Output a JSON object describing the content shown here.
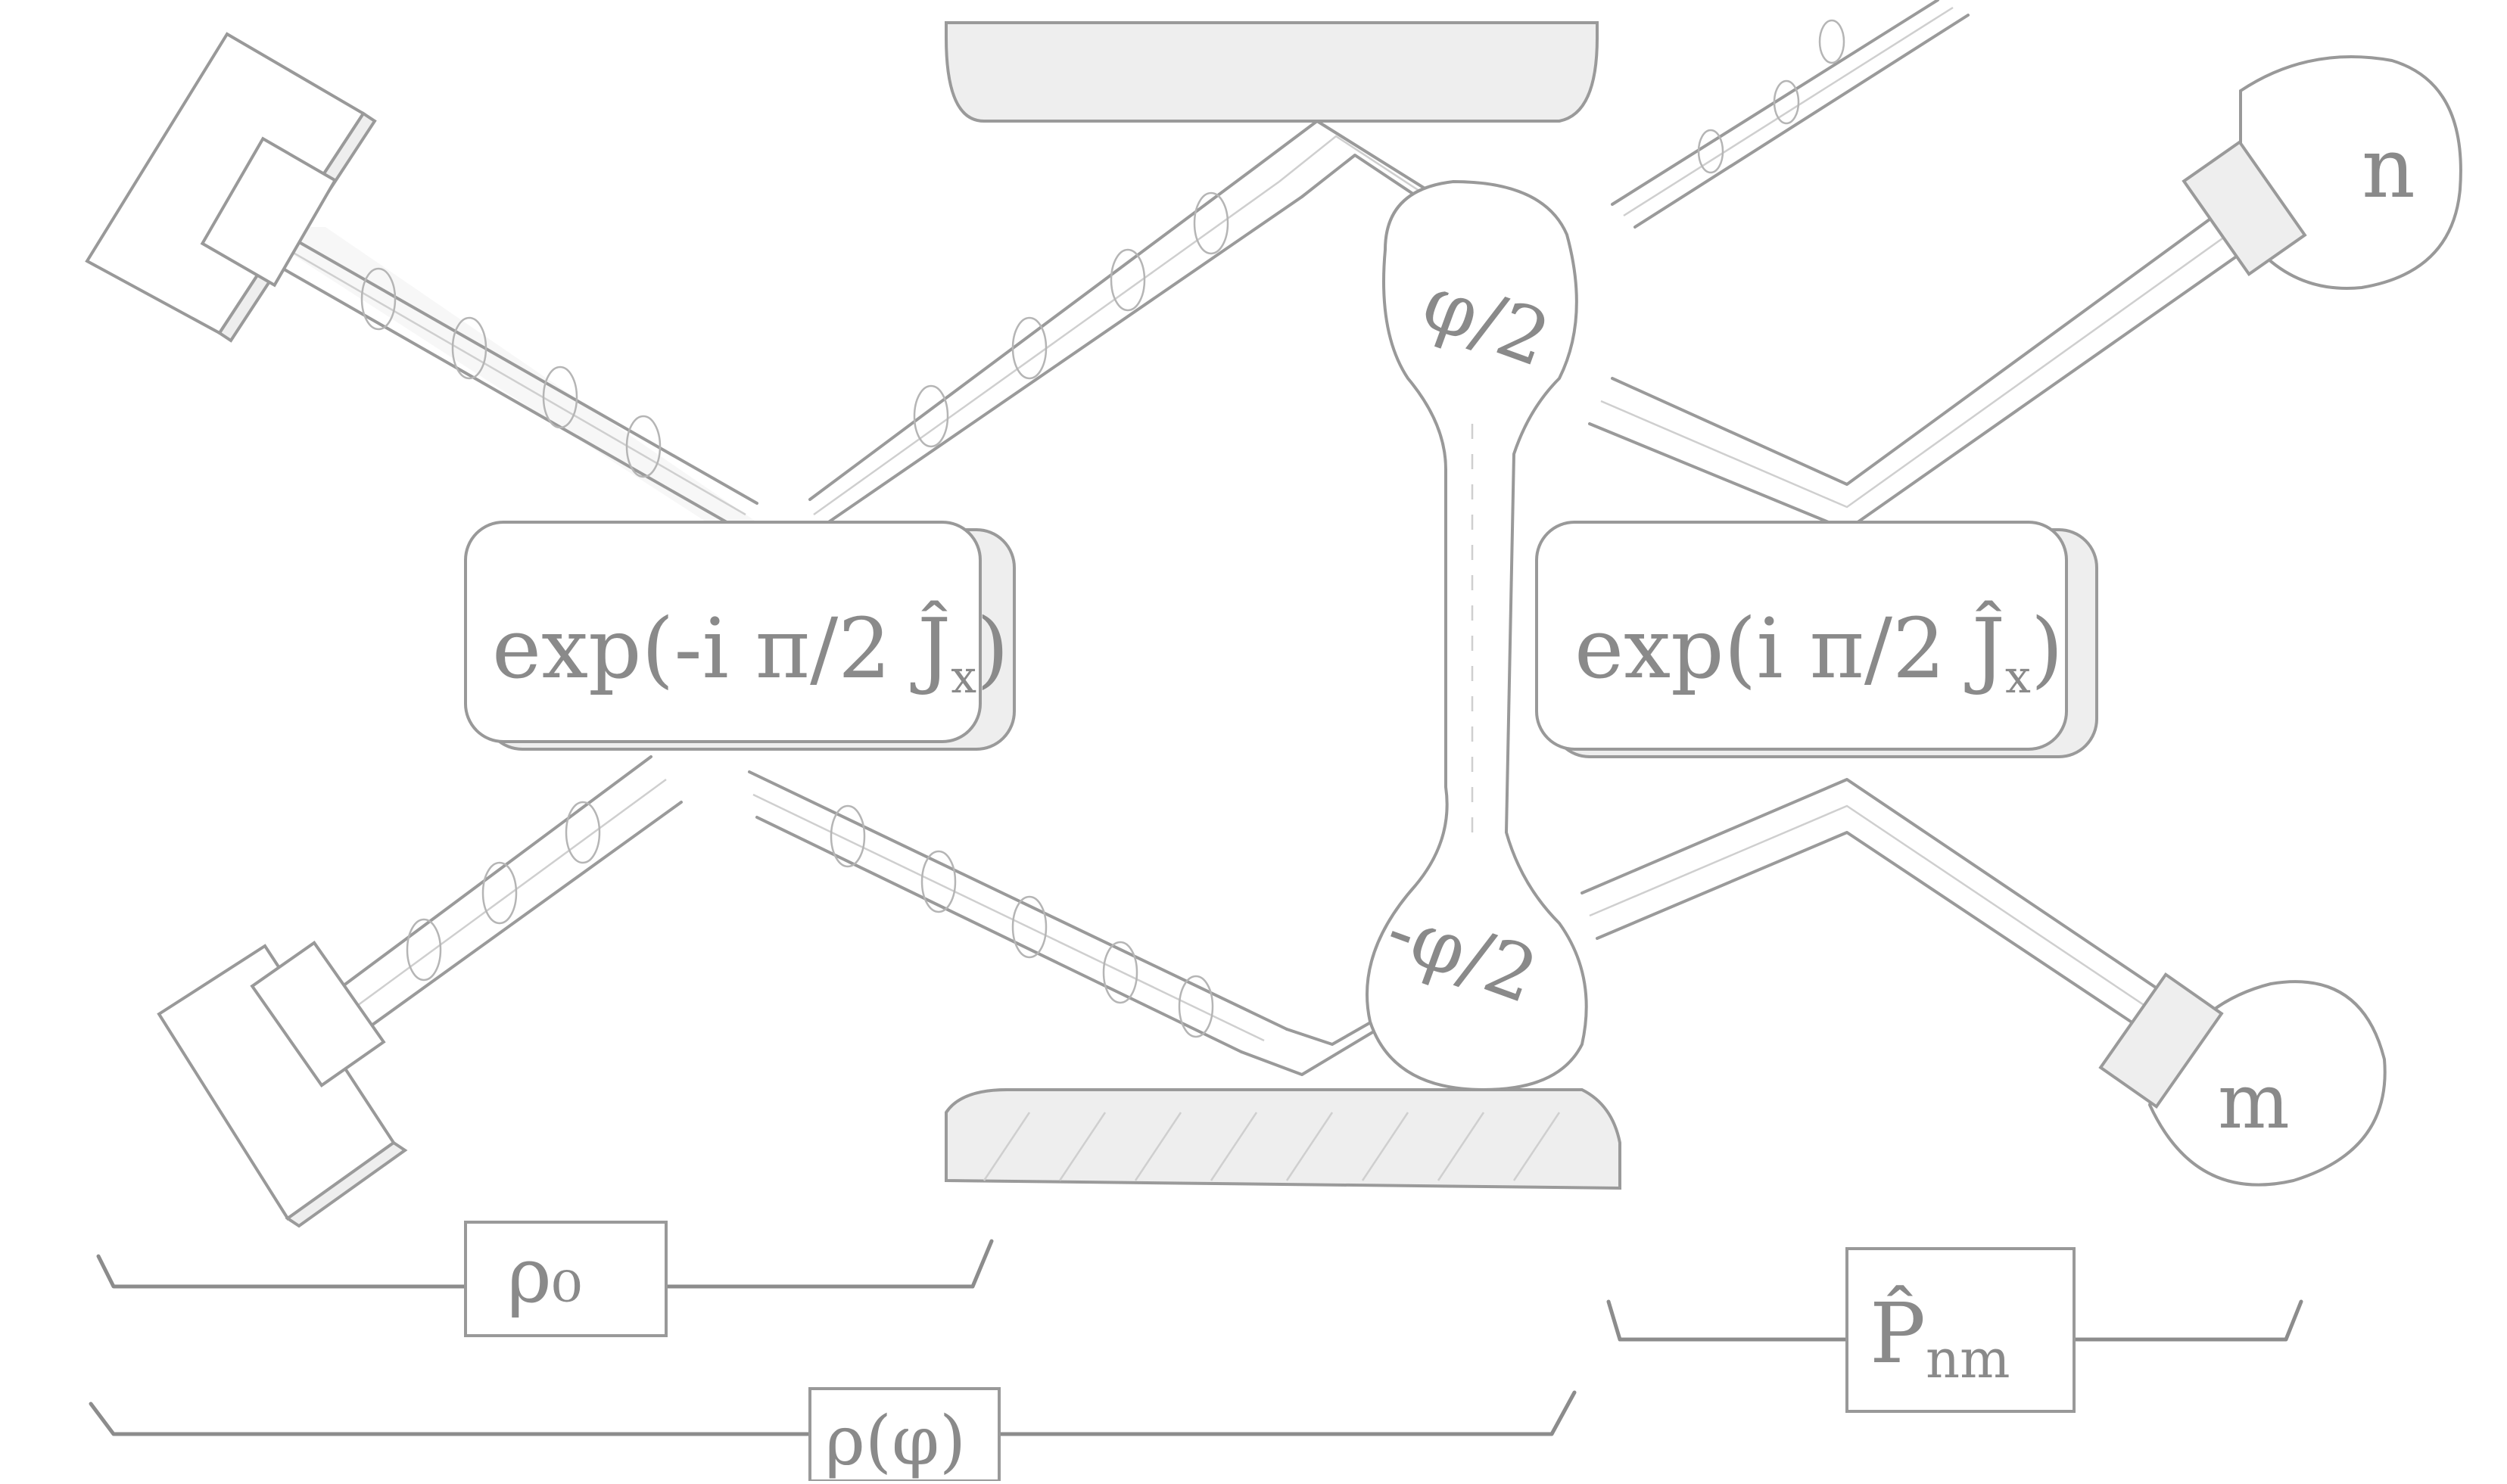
{
  "diagram": {
    "left_operator_label": "exp(-i π/2 Ĵ",
    "left_operator_sub": "x",
    "left_operator_close": ")",
    "right_operator_label": "exp(i π/2 Ĵ",
    "right_operator_sub": "x",
    "right_operator_close": ")",
    "phase_top": "φ/2",
    "phase_bottom": "-φ/2",
    "detector_top": "n",
    "detector_bottom": "m",
    "state_initial": "ρ₀",
    "state_phase": "ρ(φ)",
    "projector": "P̂",
    "projector_sub": "nm"
  },
  "colors": {
    "ink": "#9a9a9a",
    "background": "#ffffff"
  }
}
